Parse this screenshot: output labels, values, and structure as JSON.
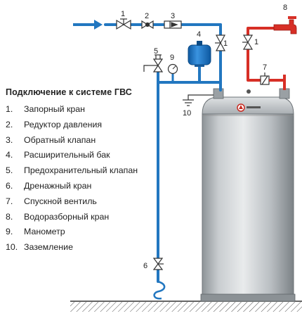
{
  "legend": {
    "title": "Подключение к системе ГВС",
    "items": [
      {
        "num": "1.",
        "label": "Запорный кран"
      },
      {
        "num": "2.",
        "label": "Редуктор давления"
      },
      {
        "num": "3.",
        "label": "Обратный клапан"
      },
      {
        "num": "4.",
        "label": "Расширительный бак"
      },
      {
        "num": "5.",
        "label": "Предохранительный клапан"
      },
      {
        "num": "6.",
        "label": "Дренажный кран"
      },
      {
        "num": "7.",
        "label": "Спускной вентиль"
      },
      {
        "num": "8.",
        "label": "Водоразборный кран"
      },
      {
        "num": "9.",
        "label": "Манометр"
      },
      {
        "num": "10.",
        "label": "Заземление"
      }
    ]
  },
  "callouts": {
    "valve_inlet": "1",
    "reducer": "2",
    "check_valve": "3",
    "expansion_tank": "4",
    "safety_valve": "5",
    "drain_valve": "6",
    "vent_valve": "7",
    "faucet": "8",
    "manometer": "9",
    "ground": "10",
    "valve_cold": "1",
    "valve_hot": "1"
  },
  "colors": {
    "cold_pipe": "#2277c0",
    "hot_pipe": "#d72f26",
    "tank_body": "#b7bcc0",
    "expansion_tank": "#1a74c7",
    "floor": "#444444"
  }
}
